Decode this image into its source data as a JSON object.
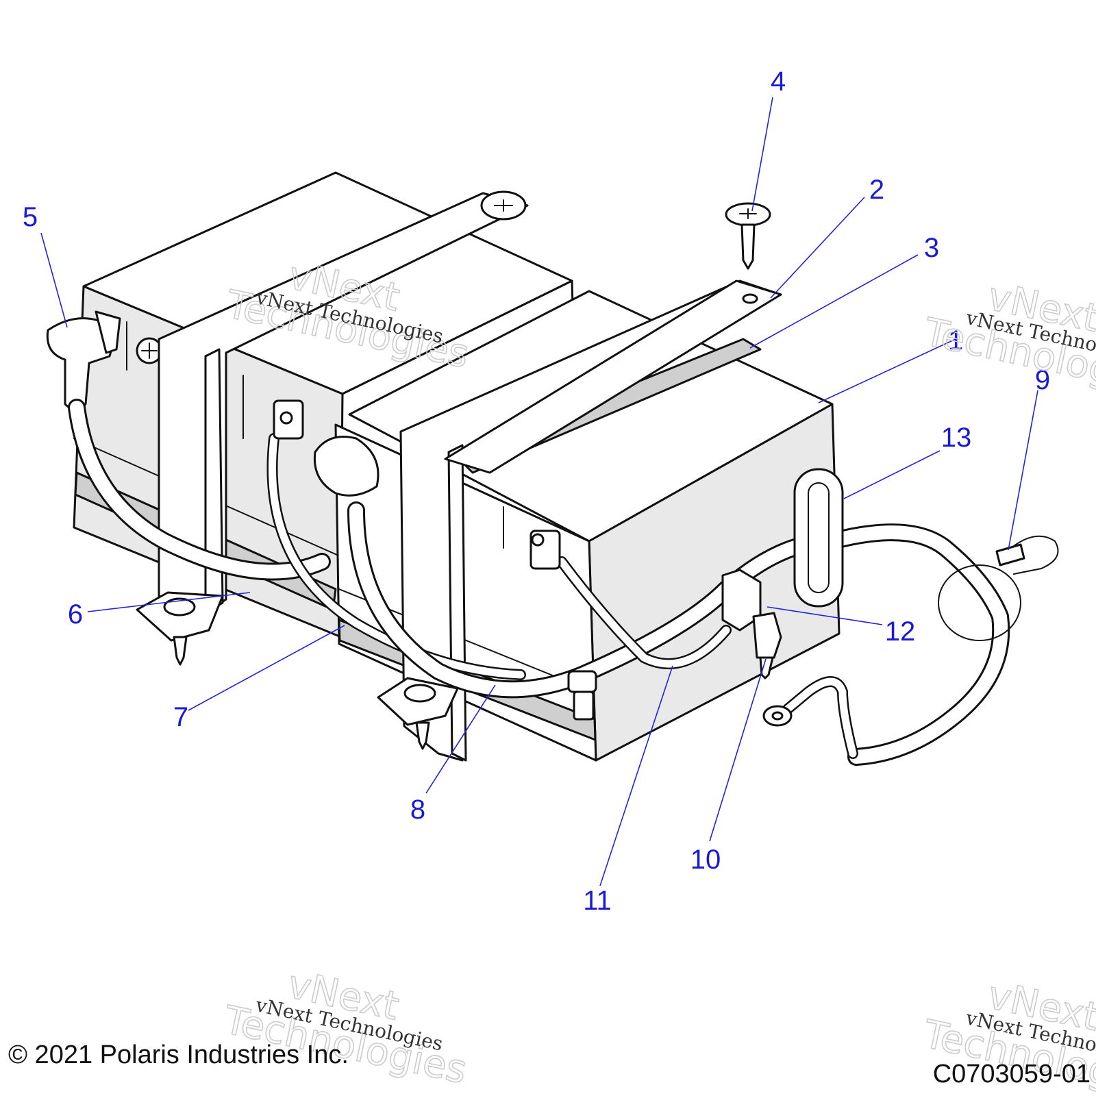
{
  "callouts": [
    {
      "id": "1",
      "label": "1"
    },
    {
      "id": "2",
      "label": "2"
    },
    {
      "id": "3",
      "label": "3"
    },
    {
      "id": "4",
      "label": "4"
    },
    {
      "id": "5",
      "label": "5"
    },
    {
      "id": "6",
      "label": "6"
    },
    {
      "id": "7",
      "label": "7"
    },
    {
      "id": "8",
      "label": "8"
    },
    {
      "id": "9",
      "label": "9"
    },
    {
      "id": "10",
      "label": "10"
    },
    {
      "id": "11",
      "label": "11"
    },
    {
      "id": "12",
      "label": "12"
    },
    {
      "id": "13",
      "label": "13"
    }
  ],
  "watermark": {
    "line1": "vNext Technologies",
    "line2": "vNext",
    "line3": "Technologies"
  },
  "footer": {
    "copyright": "© 2021 Polaris Industries Inc.",
    "figure_id": "C0703059-01"
  },
  "colors": {
    "callout": "#1a1ad6",
    "line_art": "#111111",
    "background": "#ffffff"
  }
}
